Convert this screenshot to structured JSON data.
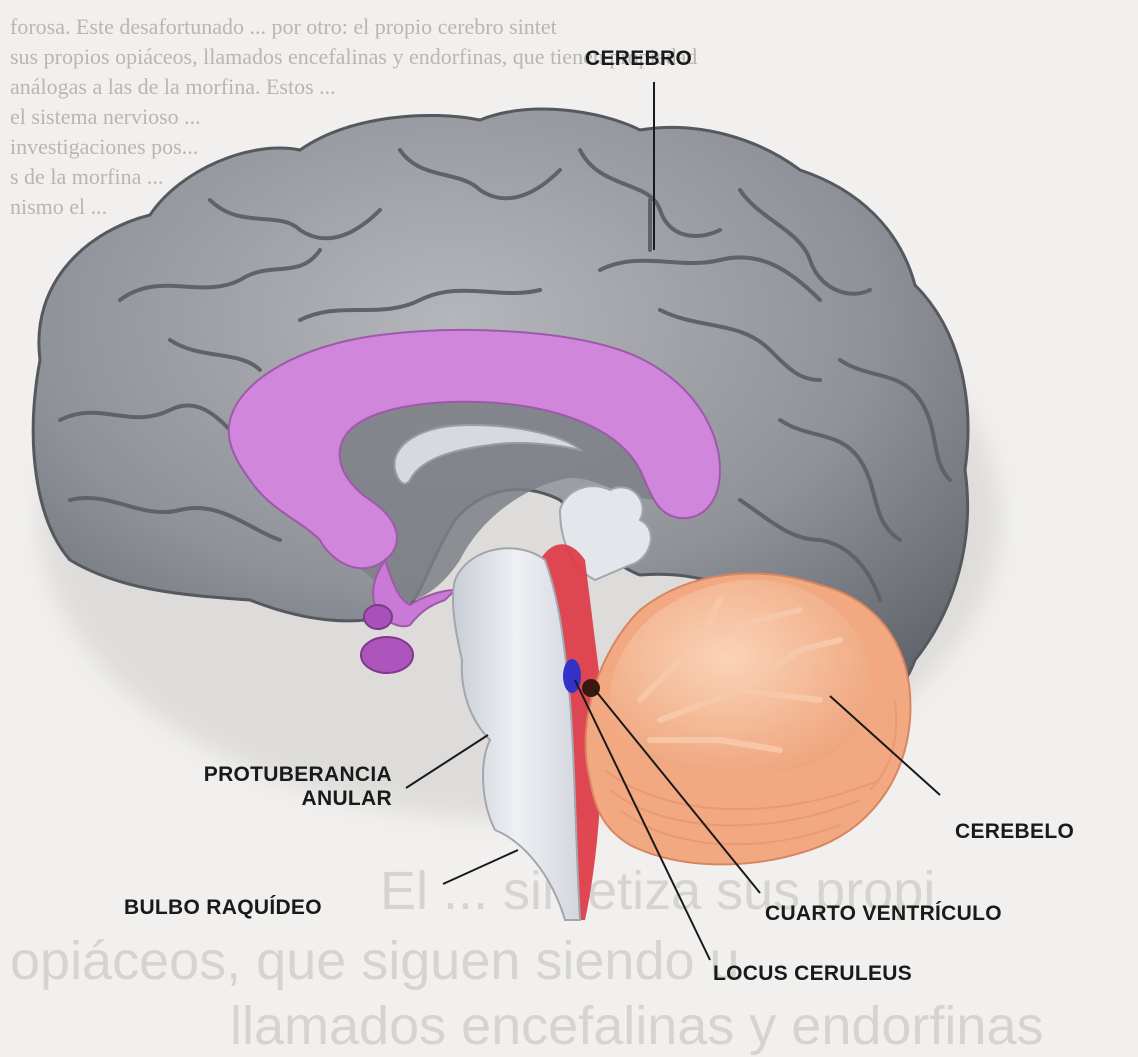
{
  "labels": {
    "cerebro": "CEREBRO",
    "protuberancia_line1": "PROTUBERANCIA",
    "protuberancia_line2": "ANULAR",
    "bulbo": "BULBO RAQUÍDEO",
    "cerebelo": "CEREBELO",
    "cuarto_ventriculo": "CUARTO VENTRÍCULO",
    "locus_ceruleus": "LOCUS CERULEUS"
  },
  "background_text": {
    "lines": [
      "forosa. Este desafortunado ... por otro: el propio cerebro sintet",
      "sus propios opiáceos, llamados encefalinas y endorfinas, que tienen propiedad",
      "análogas a las de la morfina. Estos ...",
      "el sistema nervioso ...",
      "investigaciones pos...",
      "s de la morfina ...",
      "nismo el ..."
    ],
    "large_lines": [
      "El ... sintetiza sus propi",
      "opiáceos, que siguen siendo u",
      "llamados encefalinas y endorfinas"
    ]
  },
  "colors": {
    "cortex": "#8d9096",
    "corpus_callosum": "#c97fd6",
    "brainstem": "#dfe2e8",
    "cerebellum": "#f5b790",
    "red_channel": "#d9323c",
    "locus": "#3a3ad0"
  }
}
